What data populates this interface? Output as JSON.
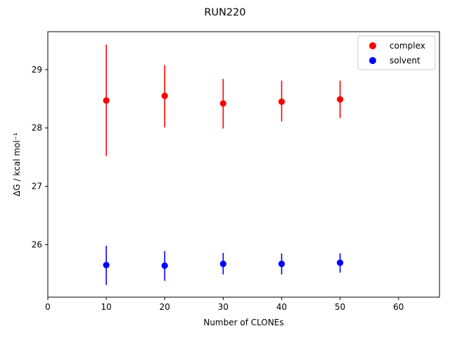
{
  "chart_data": {
    "type": "scatter",
    "title": "RUN220",
    "xlabel": "Number of CLONEs",
    "ylabel": "ΔG / kcal mol⁻¹",
    "xlim": [
      0,
      67
    ],
    "ylim": [
      25.1,
      29.65
    ],
    "xticks": [
      0,
      10,
      20,
      30,
      40,
      50,
      60
    ],
    "yticks": [
      26,
      27,
      28,
      29
    ],
    "grid": false,
    "legend_position": "top-right",
    "series": [
      {
        "name": "complex",
        "color": "#ff0000",
        "x": [
          10,
          20,
          30,
          40,
          50
        ],
        "y": [
          28.47,
          28.55,
          28.42,
          28.45,
          28.49
        ],
        "yerr_low": [
          27.52,
          28.01,
          27.99,
          28.11,
          28.17
        ],
        "yerr_high": [
          29.43,
          29.08,
          28.84,
          28.81,
          28.81
        ]
      },
      {
        "name": "solvent",
        "color": "#0000ff",
        "x": [
          10,
          20,
          30,
          40,
          50
        ],
        "y": [
          25.65,
          25.64,
          25.67,
          25.67,
          25.69
        ],
        "yerr_low": [
          25.31,
          25.38,
          25.49,
          25.49,
          25.52
        ],
        "yerr_high": [
          25.98,
          25.89,
          25.86,
          25.85,
          25.85
        ]
      }
    ]
  }
}
